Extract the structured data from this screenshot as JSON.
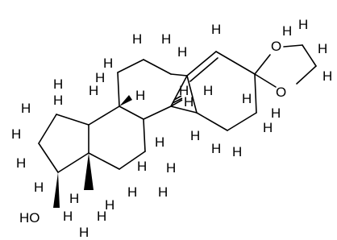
{
  "molecule": {
    "atoms": {
      "H_top_left": "H",
      "H_ring_b_left": "H",
      "H_ring_b_right": "H",
      "H_ring_b_low": "H",
      "H_upper_mid1": "H",
      "H_upper_mid2": "H",
      "H_alkene": "H",
      "H_upper_left1": "H",
      "H_upper_left2": "H",
      "O_top": "O",
      "O_bottom": "O",
      "H_diox1": "H",
      "H_diox2": "H",
      "H_diox3": "H",
      "H_diox4": "H",
      "H_d_ring1": "H",
      "H_d_ring2": "H",
      "H_d_ring3": "H",
      "H_d_ring4": "H",
      "H_junction_a": "H",
      "H_junction_b": "H",
      "H_junction_c": "H",
      "H_junction_d": "H",
      "H_mid1": "H",
      "H_mid2": "H",
      "H_mid3": "H",
      "H_mid4": "H",
      "H_right1": "H",
      "H_right2": "H",
      "H_right3": "H",
      "H_right4": "H",
      "H_right5": "H",
      "H_right6": "H",
      "H_c_ring1": "H",
      "H_c_ring2": "H",
      "H_c_ring3": "H",
      "H_c_ring4": "H",
      "H_left1": "H",
      "H_left2": "H",
      "H_left3": "H",
      "H_left4": "H",
      "H_left5": "H",
      "H_oh_carbon": "H",
      "OH_label": "HO",
      "H_methyl1": "H",
      "H_methyl2": "H",
      "H_methyl3": "H"
    }
  }
}
